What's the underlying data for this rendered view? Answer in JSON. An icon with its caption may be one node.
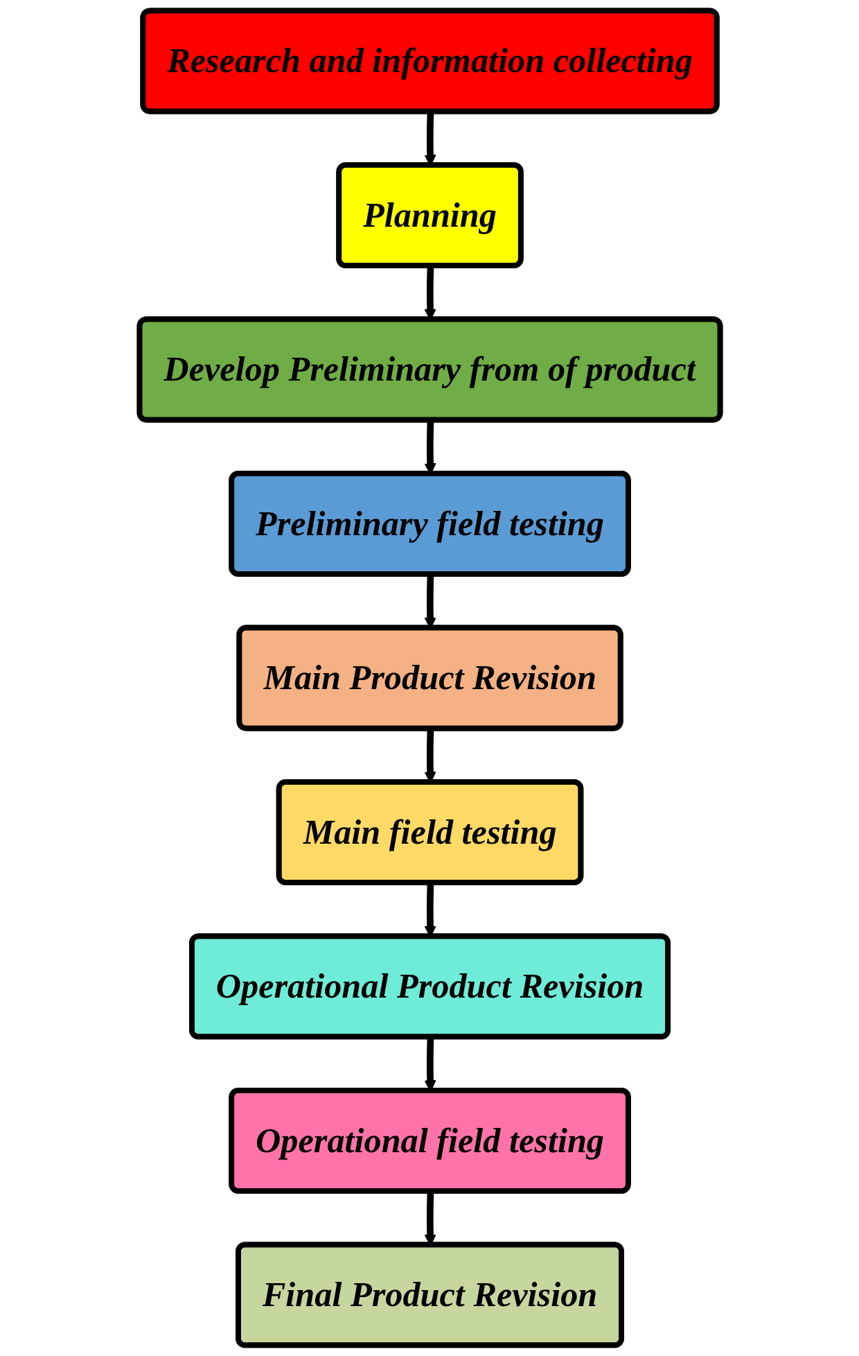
{
  "diagram": {
    "nodes": [
      {
        "text": [
          "Research and information collecting"
        ]
      },
      {
        "text": [
          "Planning"
        ]
      },
      {
        "text": [
          "Develop Preliminary from of product"
        ]
      },
      {
        "text": [
          "Preliminary field testing"
        ]
      },
      {
        "text": [
          "Main Product Revision"
        ]
      },
      {
        "text": [
          "Main field testing"
        ]
      },
      {
        "text": [
          "Operational Product Revision"
        ]
      },
      {
        "text": [
          "Operational field testing"
        ]
      },
      {
        "text": [
          "Final Product Revision"
        ]
      }
    ],
    "edges": [
      {
        "from": 0,
        "to": 1,
        "arrow": "to"
      },
      {
        "from": 1,
        "to": 2,
        "arrow": "to"
      },
      {
        "from": 2,
        "to": 3,
        "arrow": "to"
      },
      {
        "from": 3,
        "to": 4,
        "arrow": "to"
      },
      {
        "from": 4,
        "to": 5,
        "arrow": "to"
      },
      {
        "from": 5,
        "to": 6,
        "arrow": "to"
      },
      {
        "from": 6,
        "to": 7,
        "arrow": "to"
      },
      {
        "from": 7,
        "to": 8,
        "arrow": "to"
      }
    ]
  }
}
